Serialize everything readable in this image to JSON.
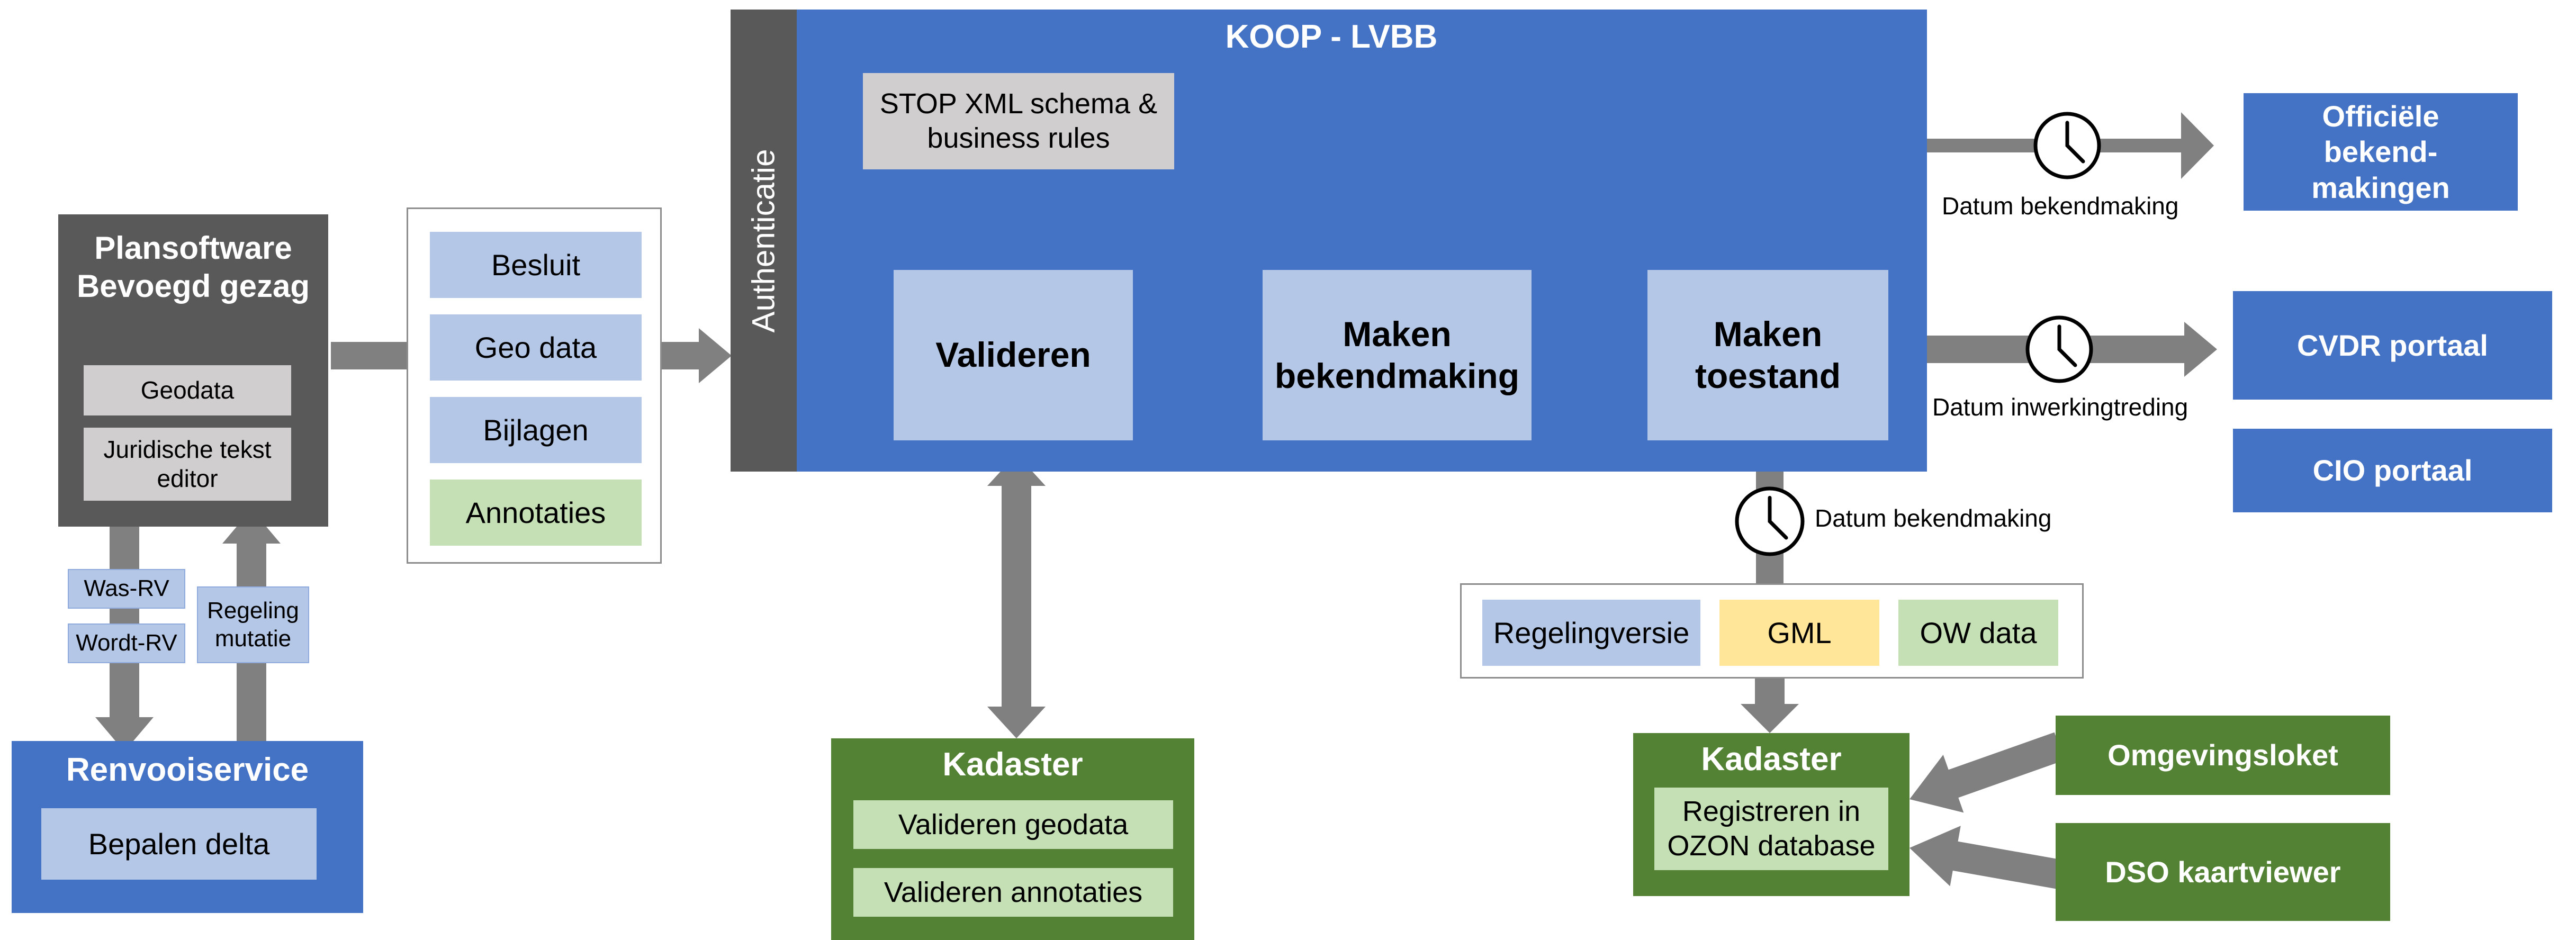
{
  "colors": {
    "main_blue": "#4472c4",
    "light_blue": "#b4c7e7",
    "dark_grey": "#595959",
    "light_grey": "#d0cece",
    "green": "#548235",
    "light_green": "#c5e0b4",
    "yellow": "#ffe699",
    "arrow_grey": "#808080"
  },
  "plansoftware": {
    "title": "Plansoftware Bevoegd gezag",
    "geodata": "Geodata",
    "editor": "Juridische tekst editor"
  },
  "renvooi": {
    "was_rv": "Was-RV",
    "wordt_rv": "Wordt-RV",
    "regeling_mutatie": "Regeling mutatie",
    "title": "Renvooiservice",
    "bepalen_delta": "Bepalen delta"
  },
  "package": {
    "besluit": "Besluit",
    "geo_data": "Geo data",
    "bijlagen": "Bijlagen",
    "annotaties": "Annotaties"
  },
  "koop": {
    "title": "KOOP - LVBB",
    "authenticatie": "Authenticatie",
    "stop_xml": "STOP XML schema & business rules",
    "valideren": "Valideren",
    "maken_bekendmaking": "Maken bekendmaking",
    "maken_toestand": "Maken toestand"
  },
  "kadaster_left": {
    "title": "Kadaster",
    "valideren_geodata": "Valideren geodata",
    "valideren_annotaties": "Valideren annotaties"
  },
  "timers": {
    "datum_bekendmaking_top": "Datum bekendmaking",
    "datum_inwerkingtreding": "Datum inwerkingtreding",
    "datum_bekendmaking_bottom": "Datum bekendmaking"
  },
  "outputs": {
    "officiele": "Officiële bekend- makingen",
    "cvdr": "CVDR portaal",
    "cio": "CIO portaal"
  },
  "ow_package": {
    "regelingversie": "Regelingversie",
    "gml": "GML",
    "ow_data": "OW data"
  },
  "kadaster_right": {
    "title": "Kadaster",
    "registreren": "Registreren in OZON database"
  },
  "viewers": {
    "omgevingsloket": "Omgevingsloket",
    "dso": "DSO kaartviewer"
  }
}
